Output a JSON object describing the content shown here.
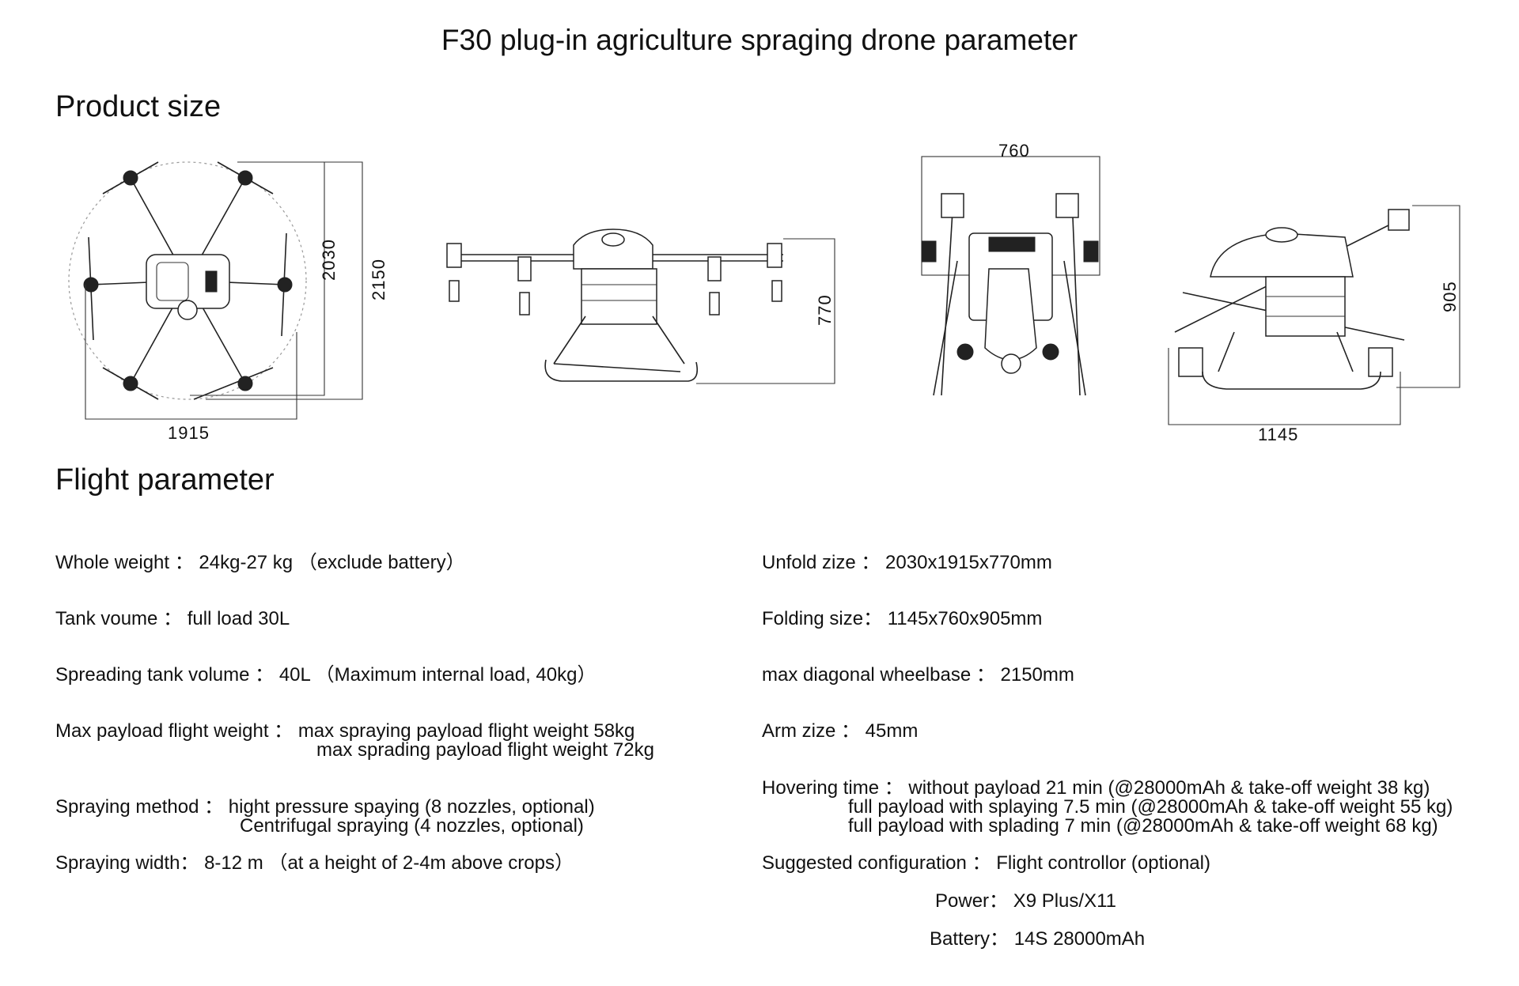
{
  "title": "F30 plug-in agriculture spraging drone parameter",
  "sections": {
    "product_size": "Product size",
    "flight_parameter": "Flight parameter"
  },
  "dimensions": {
    "top_view_width": "1915",
    "top_view_length": "2030",
    "top_view_diagonal": "2150",
    "side_view_height": "770",
    "folded_front_width": "760",
    "folded_side_height": "905",
    "folded_side_length": "1145"
  },
  "left_params": {
    "whole_weight": "Whole weight ： 24kg-27 kg （exclude battery）",
    "tank_volume": "Tank voume ： full load 30L",
    "spreading_tank": "Spreading tank volume ： 40L （Maximum internal load, 40kg）",
    "max_payload_line1": "Max payload flight weight ： max spraying payload flight weight 58kg",
    "max_payload_line2": "max sprading payload flight weight 72kg",
    "spraying_method_line1": "Spraying method ： hight pressure spaying (8 nozzles, optional)",
    "spraying_method_line2": "Centrifugal spraying (4 nozzles, optional)",
    "spraying_width": "Spraying width： 8-12 m （at a height of 2-4m above crops）"
  },
  "right_params": {
    "unfold_size": "Unfold zize ： 2030x1915x770mm",
    "folding_size": "Folding size： 1145x760x905mm",
    "wheelbase": "max diagonal wheelbase ： 2150mm",
    "arm_size": "Arm zize ： 45mm",
    "hovering_line1": "Hovering time ： without payload 21 min (@28000mAh & take-off weight 38 kg)",
    "hovering_line2": "full payload with splaying 7.5 min (@28000mAh & take-off weight 55 kg)",
    "hovering_line3": "full payload with splading 7 min (@28000mAh & take-off weight 68 kg)",
    "suggested_config": "Suggested configuration ： Flight controllor (optional)",
    "power": "Power： X9 Plus/X11",
    "battery": "Battery： 14S 28000mAh"
  }
}
